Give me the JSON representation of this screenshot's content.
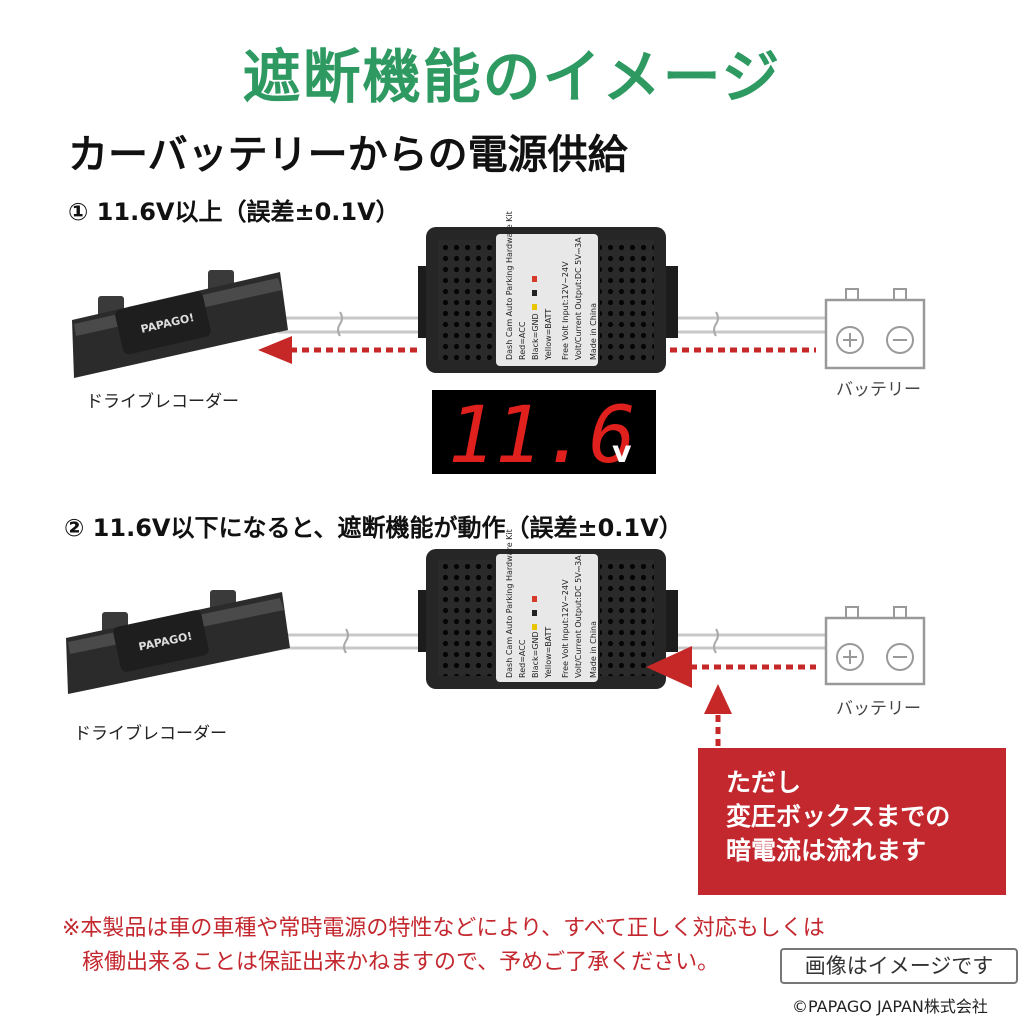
{
  "header": {
    "title": "遮断機能のイメージ",
    "subtitle": "カーバッテリーからの電源供給"
  },
  "step1": {
    "label": "① 11.6V以上（誤差±0.1V）"
  },
  "step2": {
    "label": "② 11.6V以下になると、遮断機能が動作（誤差±0.1V）"
  },
  "recorder": {
    "brand": "PAPAGO!",
    "label": "ドライブレコーダー"
  },
  "battery": {
    "label": "バッテリー"
  },
  "box": {
    "text_lines": [
      "Dash Cam Auto Parking Hardware Kit",
      "Red=ACC",
      "Black=GND",
      "Yellow=BATT",
      "Free Volt Input:12V~24V",
      "Volt/Current Output:DC 5V⎓3A",
      "Made in China"
    ]
  },
  "display": {
    "value": "11.6",
    "unit": "v",
    "color": "#e0201c"
  },
  "callout": {
    "lines": [
      "ただし",
      "変圧ボックスまでの",
      "暗電流は流れます"
    ],
    "color": "#c4282f"
  },
  "footer": {
    "note_line1": "※本製品は車の車種や常時電源の特性などにより、すべて正しく対応もしくは",
    "note_line2": "稼働出来ることは保証出来かねますので、予めご了承ください。",
    "badge": "画像はイメージです",
    "copyright": "©PAPAGO JAPAN株式会社"
  },
  "colors": {
    "title_green": "#2e9a62",
    "accent_red": "#c4282f",
    "arrow_red": "#c62828"
  }
}
